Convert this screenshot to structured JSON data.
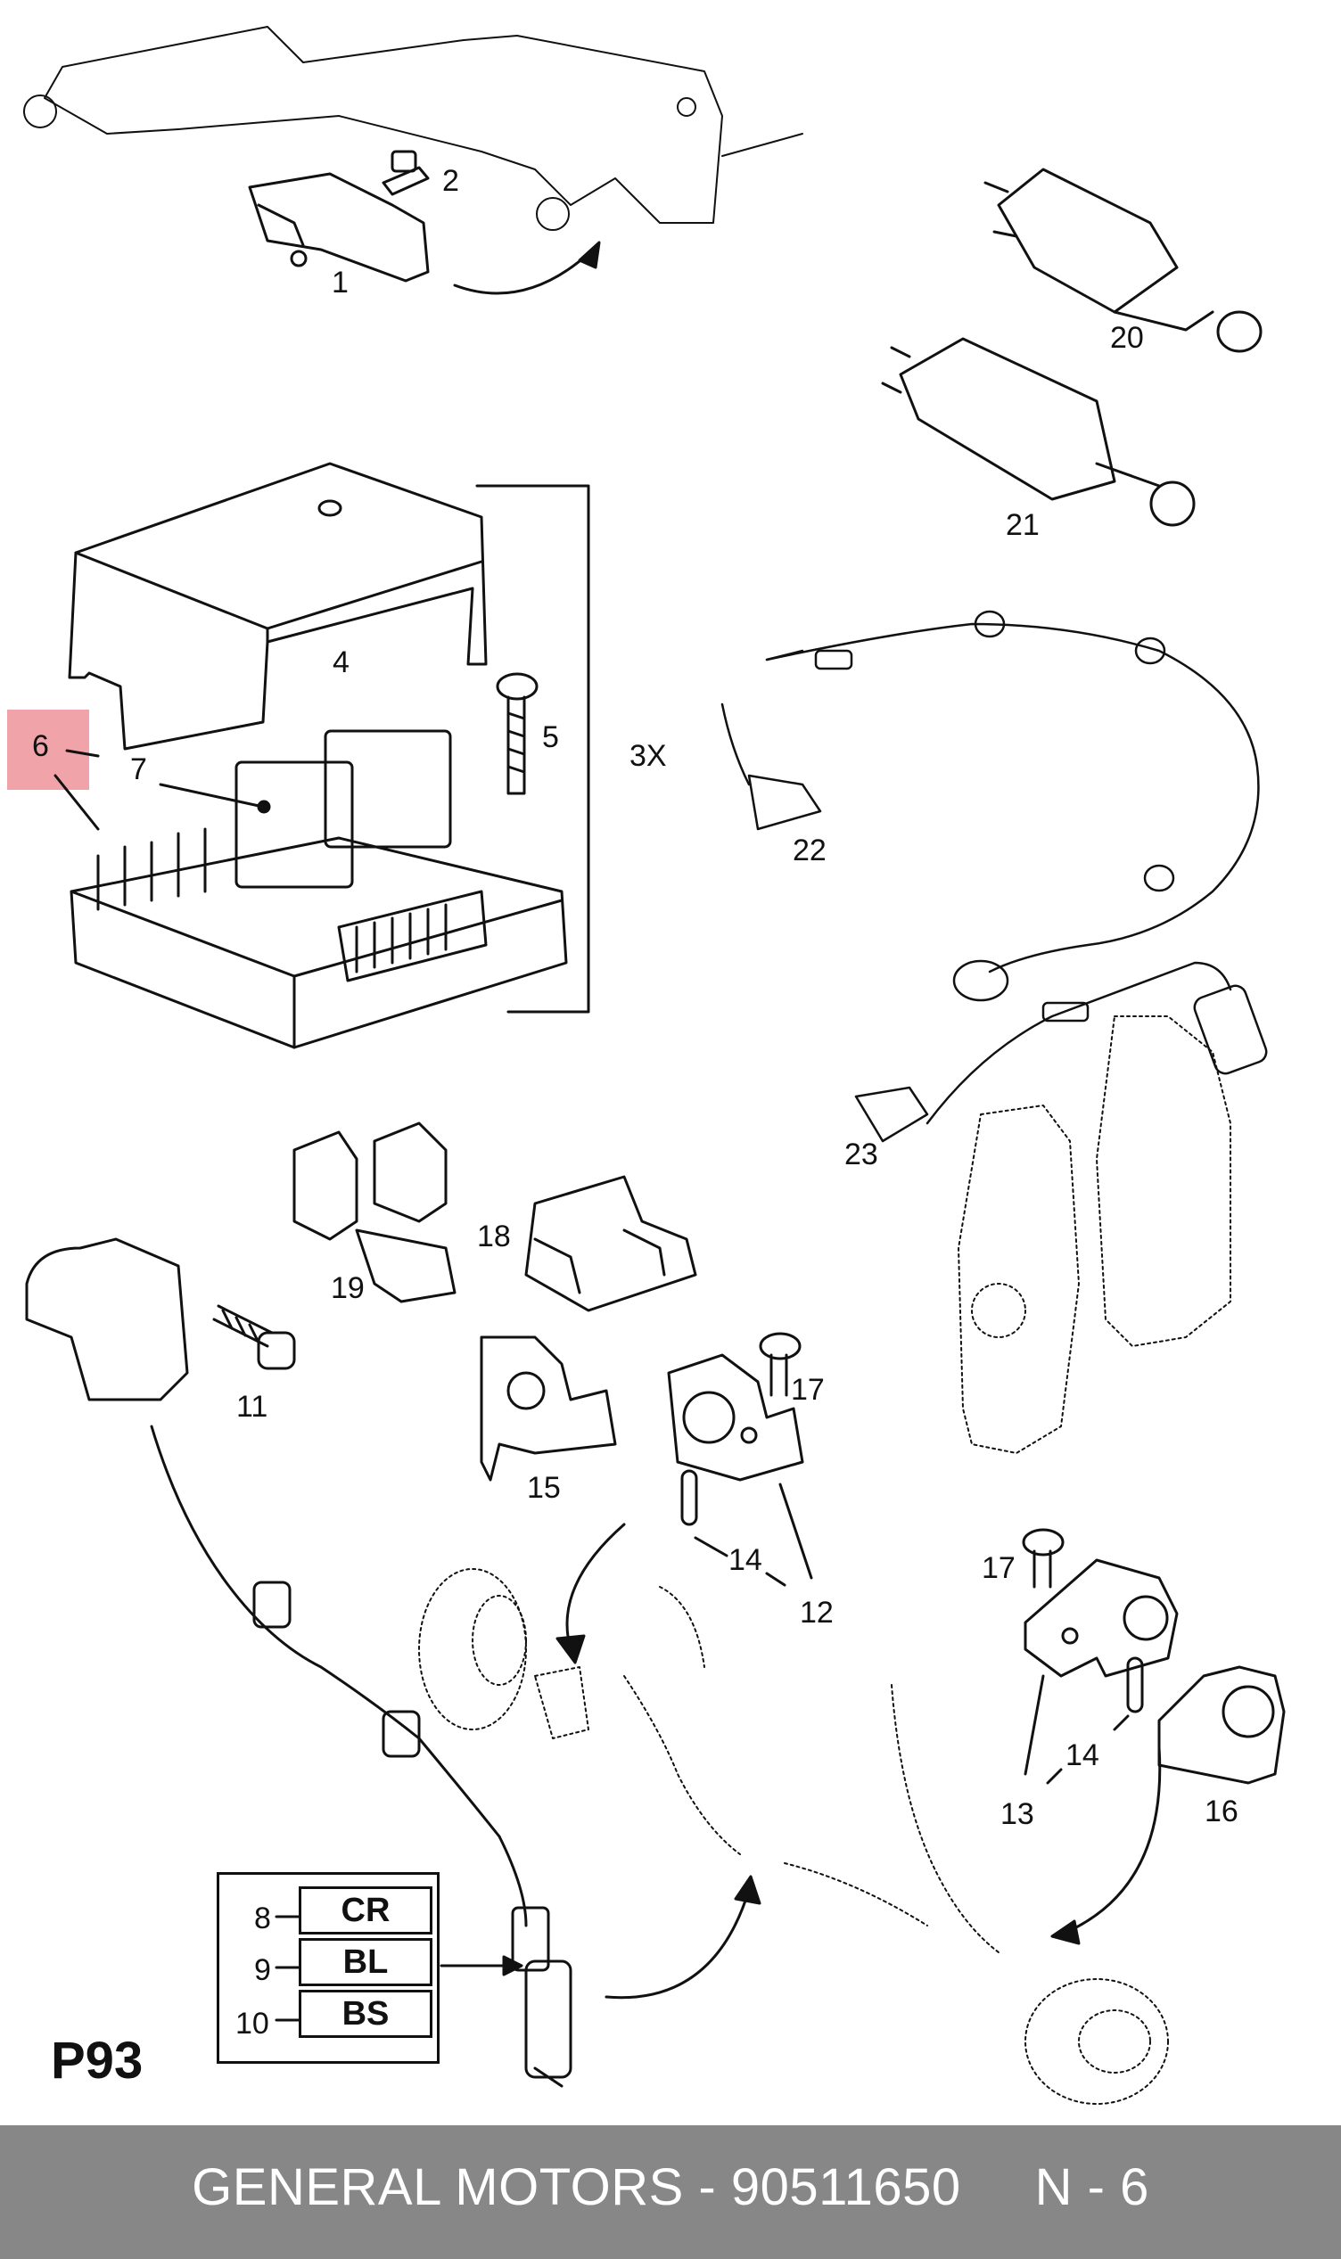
{
  "callouts": {
    "c1": "1",
    "c2": "2",
    "c4": "4",
    "c5": "5",
    "c3x": "3X",
    "c6": "6",
    "c7": "7",
    "c8": "8",
    "c9": "9",
    "c10": "10",
    "c11": "11",
    "c12": "12",
    "c13": "13",
    "c14a": "14",
    "c14b": "14",
    "c15": "15",
    "c16": "16",
    "c17a": "17",
    "c17b": "17",
    "c18": "18",
    "c19": "19",
    "c20": "20",
    "c21": "21",
    "c22": "22",
    "c23": "23"
  },
  "codes": [
    "CR",
    "BL",
    "BS"
  ],
  "diagram_id": "P93",
  "footer": {
    "text": "GENERAL MOTORS - 90511650     N - 6"
  },
  "colors": {
    "highlight": "#f0a3a8",
    "footer_bg": "#878787",
    "footer_text": "#ffffff",
    "line": "#111111"
  }
}
